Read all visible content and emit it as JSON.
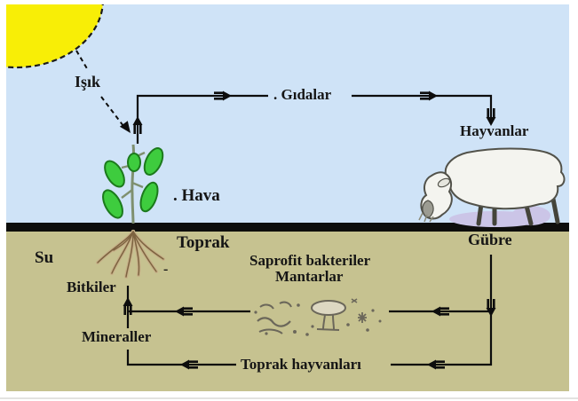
{
  "labels": {
    "isik": "Işık",
    "gidalar": ". Gıdalar",
    "hayvanlar": "Hayvanlar",
    "hava": ". Hava",
    "su": "Su",
    "toprak": "Toprak",
    "bitkiler": "Bitkiler",
    "mineraller": "Mineraller",
    "saprofit_bakteriler": "Saprofit bakteriler",
    "mantarlar": "Mantarlar",
    "gubre": "Gübre",
    "toprak_hayvanlari": "Toprak hayvanları",
    "root_dash": "-"
  },
  "flows": [
    {
      "from": "Işık",
      "to": "Bitkiler"
    },
    {
      "from": "Bitkiler",
      "via": "Gıdalar",
      "to": "Hayvanlar"
    },
    {
      "from": "Gübre",
      "to": "Saprofit bakteriler / Mantarlar"
    },
    {
      "from": "Gübre",
      "to": "Toprak hayvanları"
    },
    {
      "from": "Saprofit bakteriler / Mantarlar",
      "to": "Bitkiler"
    },
    {
      "from": "Toprak hayvanları",
      "to": "Mineraller"
    },
    {
      "from": "Mineraller",
      "to": "Bitkiler"
    }
  ],
  "colors": {
    "sky": "#cfe3f7",
    "soil": "#c6c290",
    "bar": "#0e0e0c",
    "sun": "#f8ee06",
    "line": "#0d0d0d",
    "text": "#151515",
    "leaf": "#3ecc3e",
    "leafedge": "#1c7a1c",
    "stem": "#7f906f",
    "root": "#7d6340",
    "rootlight": "#c6b088",
    "sheep": "#f4f4ef",
    "sheepedge": "#52524a",
    "shadow": "#cbc5e7",
    "fungi": "#6b675a"
  }
}
